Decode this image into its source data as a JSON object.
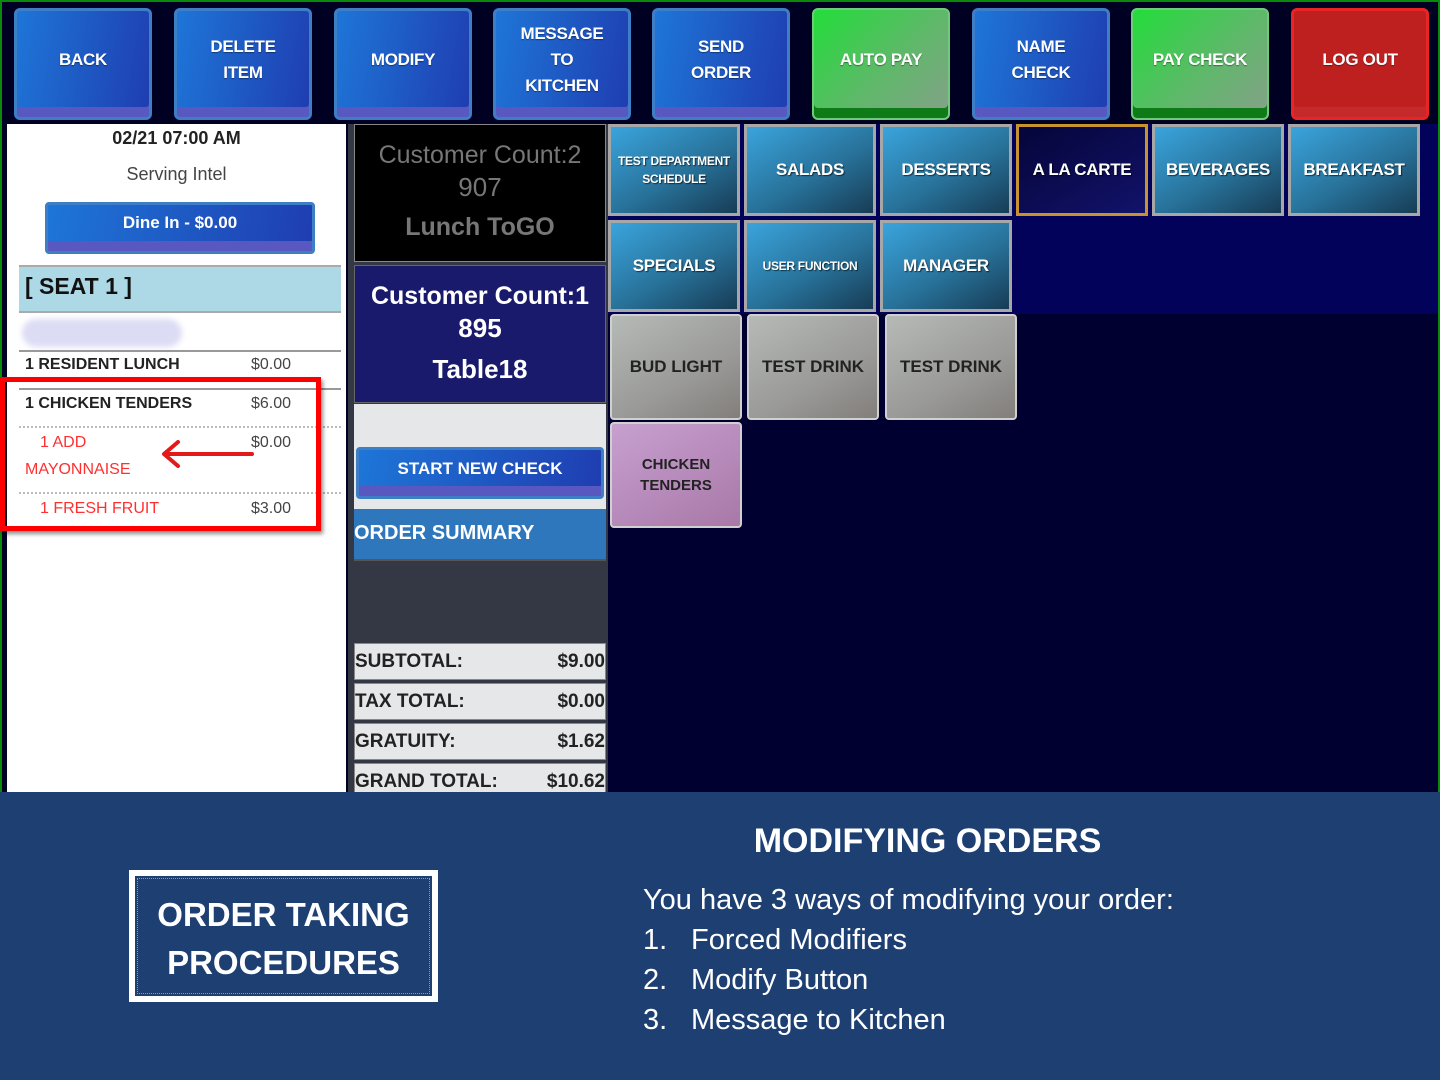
{
  "toolbar": {
    "buttons": [
      {
        "label": "BACK",
        "style": "blue"
      },
      {
        "label": "DELETE\nITEM",
        "style": "blue"
      },
      {
        "label": "MODIFY",
        "style": "blue"
      },
      {
        "label": "MESSAGE\nTO\nKITCHEN",
        "style": "blue"
      },
      {
        "label": "SEND\nORDER",
        "style": "blue"
      },
      {
        "label": "AUTO PAY",
        "style": "green"
      },
      {
        "label": "NAME\nCHECK",
        "style": "blue"
      },
      {
        "label": "PAY CHECK",
        "style": "green"
      },
      {
        "label": "LOG OUT",
        "style": "red"
      }
    ]
  },
  "receipt": {
    "datetime": "02/21 07:00 AM",
    "server": "Serving Intel",
    "order_type_button": "Dine In - $0.00",
    "seat_label": "[ SEAT 1 ]",
    "items": [
      {
        "name": "1 RESIDENT LUNCH",
        "price": "$0.00",
        "type": "item"
      },
      {
        "name": "1 CHICKEN TENDERS",
        "price": "$6.00",
        "type": "item"
      },
      {
        "name": "1 ADD",
        "name_cont": "MAYONNAISE",
        "price": "$0.00",
        "type": "modifier"
      },
      {
        "name": "1 FRESH FRUIT",
        "price": "$3.00",
        "type": "modifier"
      }
    ]
  },
  "checks": {
    "togo": {
      "customer_count": "Customer Count:2",
      "number": "907",
      "name": "Lunch ToGO"
    },
    "current": {
      "customer_count": "Customer Count:1",
      "number": "895",
      "name": "Table18"
    }
  },
  "actions": {
    "start_new_check": "START NEW CHECK",
    "order_summary": "ORDER SUMMARY"
  },
  "totals": [
    {
      "label": "SUBTOTAL:",
      "value": "$9.00"
    },
    {
      "label": "TAX TOTAL:",
      "value": "$0.00"
    },
    {
      "label": "GRATUITY:",
      "value": "$1.62"
    },
    {
      "label": "GRAND TOTAL:",
      "value": "$10.62"
    }
  ],
  "categories": [
    {
      "label": "TEST DEPARTMENT\nSCHEDULE",
      "active": false
    },
    {
      "label": "SALADS",
      "active": false
    },
    {
      "label": "DESSERTS",
      "active": false
    },
    {
      "label": "A LA CARTE",
      "active": true
    },
    {
      "label": "BEVERAGES",
      "active": false
    },
    {
      "label": "BREAKFAST",
      "active": false
    },
    {
      "label": "SPECIALS",
      "active": false
    },
    {
      "label": "USER FUNCTION",
      "active": false
    },
    {
      "label": "MANAGER",
      "active": false
    }
  ],
  "menu_items": [
    {
      "label": "BUD LIGHT",
      "color": "gray"
    },
    {
      "label": "TEST DRINK",
      "color": "gray"
    },
    {
      "label": "TEST DRINK",
      "color": "gray"
    },
    {
      "label": "CHICKEN\nTENDERS",
      "color": "purple"
    }
  ],
  "caption": {
    "box_title": "ORDER TAKING\nPROCEDURES",
    "heading": "MODIFYING ORDERS",
    "intro": "You have 3 ways of modifying your order:",
    "list": [
      {
        "num": "1.",
        "text": "Forced Modifiers"
      },
      {
        "num": "2.",
        "text": "Modify Button"
      },
      {
        "num": "3.",
        "text": "Message to Kitchen"
      }
    ]
  },
  "colors": {
    "highlight": "#ff0000",
    "modifier_text": "#ff3030",
    "slide_background": "#1d3f72"
  }
}
